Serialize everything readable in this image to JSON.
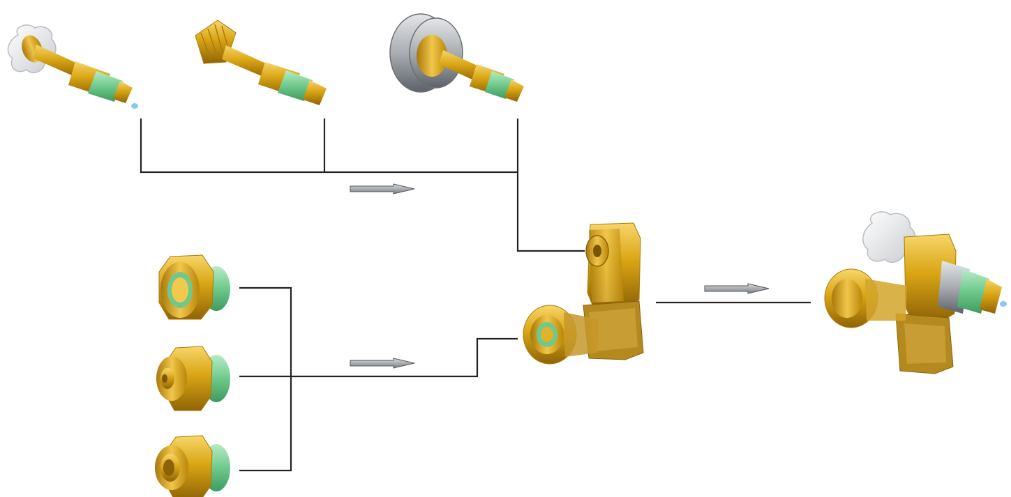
{
  "diagram": {
    "kind": "modular assembly flow",
    "colors": {
      "brass": "#d9a514",
      "brass_light": "#f2c94c",
      "brass_dark": "#9a6e07",
      "seal_green": "#7fd19a",
      "handwheel_white": "#eef0f2",
      "nut_grey": "#a9adb2",
      "connector_line": "#222222",
      "arrow_fill": "#9aa0a6",
      "background": "#ffffff"
    },
    "spindle_options": [
      {
        "id": "handwheel-spindle",
        "icon": "handwheel-spindle-icon"
      },
      {
        "id": "knurled-cap-spindle",
        "icon": "knurled-spindle-icon"
      },
      {
        "id": "nut-spindle",
        "icon": "nut-spindle-icon"
      }
    ],
    "adapter_options": [
      {
        "id": "hex-adapter-large-bore",
        "icon": "hex-adapter-icon"
      },
      {
        "id": "hex-adapter-small-bore",
        "icon": "hex-adapter-icon"
      },
      {
        "id": "hex-adapter-medium-bore",
        "icon": "hex-adapter-icon"
      }
    ],
    "base_part": {
      "id": "valve-body",
      "icon": "valve-body-icon"
    },
    "result": {
      "id": "assembled-valve",
      "icon": "assembled-valve-icon"
    },
    "flow_arrows": [
      "spindles-to-body",
      "adapters-to-body",
      "body-to-assembly"
    ]
  }
}
